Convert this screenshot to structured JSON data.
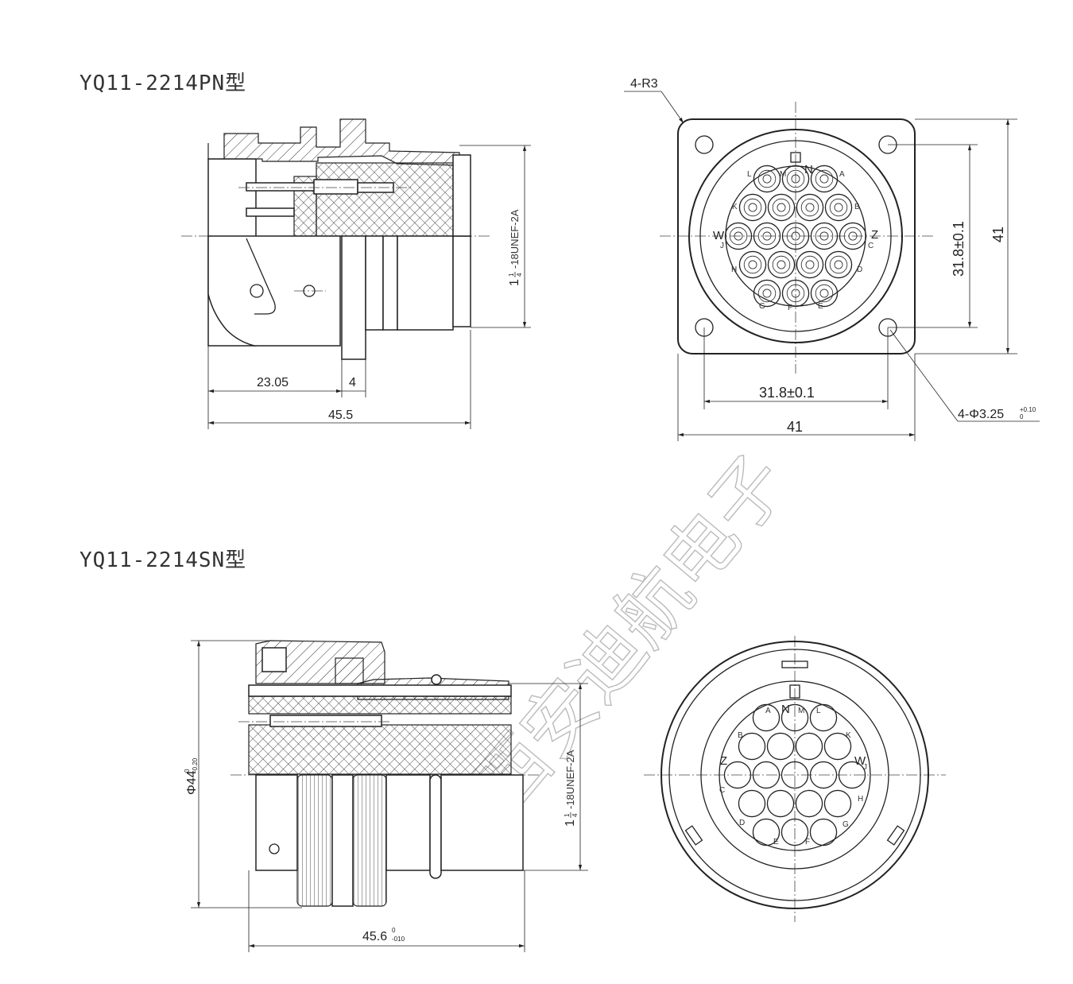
{
  "titles": {
    "top": "YQ11-2214PN型",
    "bottom": "YQ11-2214SN型"
  },
  "watermark": "西安迪航电子",
  "pn_side": {
    "dim_23": "23.05",
    "dim_4": "4",
    "dim_455": "45.5",
    "thread_whole": "1",
    "thread_num": "1",
    "thread_den": "4",
    "thread_spec": "-18UNEF-2A"
  },
  "pn_front": {
    "corner_radius": "4-R3",
    "hole_spec": "4-Φ3.25",
    "hole_tol_upper": "+0.10",
    "hole_tol_lower": "0",
    "pitch_h": "31.8±0.1",
    "pitch_v": "31.8±0.1",
    "size_h": "41",
    "size_v": "41",
    "pins": [
      "N",
      "L",
      "M",
      "A",
      "K",
      "B",
      "W",
      "J",
      "Z",
      "C",
      "H",
      "D",
      "G",
      "F",
      "E"
    ]
  },
  "sn_side": {
    "dia": "Φ44",
    "dia_tol_upper": "0",
    "dia_tol_lower": "-0.20",
    "length": "45.6",
    "length_tol_upper": "0",
    "length_tol_lower": "-010",
    "thread_whole": "1",
    "thread_num": "1",
    "thread_den": "4",
    "thread_spec": "-18UNEF-2A"
  },
  "sn_front": {
    "pins": [
      "N",
      "A",
      "M",
      "L",
      "B",
      "K",
      "Z",
      "W",
      "J",
      "C",
      "H",
      "D",
      "G",
      "E",
      "F"
    ]
  }
}
